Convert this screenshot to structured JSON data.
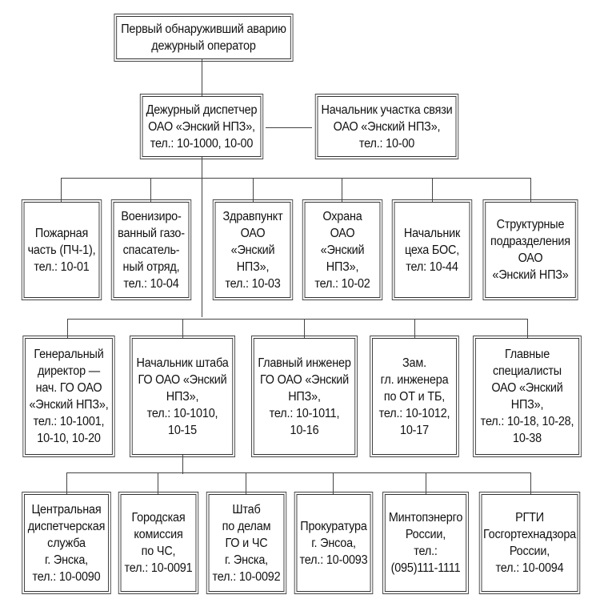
{
  "diagram": {
    "type": "org-chart",
    "top": {
      "text": "Первый обнаруживший аварию\nдежурный оператор"
    },
    "level1": [
      {
        "text": "Дежурный диспетчер\nОАО «Энский НПЗ»,\nтел.: 10-1000, 10-00"
      },
      {
        "text": "Начальник участка связи\nОАО «Энский НПЗ»,\nтел.: 10-00"
      }
    ],
    "level2": [
      {
        "text": "Пожарная\nчасть (ПЧ-1),\nтел.: 10-01"
      },
      {
        "text": "Военизиро-\nванный газо-\nспасатель-\nный отряд,\nтел.: 10-04"
      },
      {
        "text": "Здравпункт\nОАО\n«Энский\nНПЗ»,\nтел.: 10-03"
      },
      {
        "text": "Охрана\nОАО\n«Энский\nНПЗ»,\nтел.: 10-02"
      },
      {
        "text": "Начальник\nцеха БОС,\nтел: 10-44"
      },
      {
        "text": "Структурные\nподразделения\nОАО\n«Энский НПЗ»"
      }
    ],
    "level3": [
      {
        "text": "Генеральный\nдиректор —\nнач. ГО ОАО\n«Энский НПЗ»,\nтел.: 10-1001,\n10-10, 10-20"
      },
      {
        "text": "Начальник штаба\nГО ОАО «Энский\nНПЗ»,\nтел.: 10-1010,\n10-15"
      },
      {
        "text": "Главный инженер\nГО ОАО «Энский\nНПЗ»,\nтел.: 10-1011,\n10-16"
      },
      {
        "text": "Зам.\nгл. инженера\nпо ОТ и ТБ,\nтел.: 10-1012,\n10-17"
      },
      {
        "text": "Главные\nспециалисты\nОАО «Энский\nНПЗ»,\nтел.: 10-18, 10-28,\n10-38"
      }
    ],
    "level4": [
      {
        "text": "Центральная\nдиспетчерская\nслужба\nг. Энска,\nтел.: 10-0090"
      },
      {
        "text": "Городская\nкомиссия\nпо ЧС,\nтел.: 10-0091"
      },
      {
        "text": "Штаб\nпо делам\nГО и ЧС\nг. Энска,\nтел.: 10-0092"
      },
      {
        "text": "Прокуратура\nг. Энсоа,\nтел.: 10-0093"
      },
      {
        "text": "Минтопэнерго\nРоссии,\nтел.:\n(095)111-1111"
      },
      {
        "text": "РГТИ\nГосгортехнадзора\nРоссии,\nтел.: 10-0094"
      }
    ]
  }
}
